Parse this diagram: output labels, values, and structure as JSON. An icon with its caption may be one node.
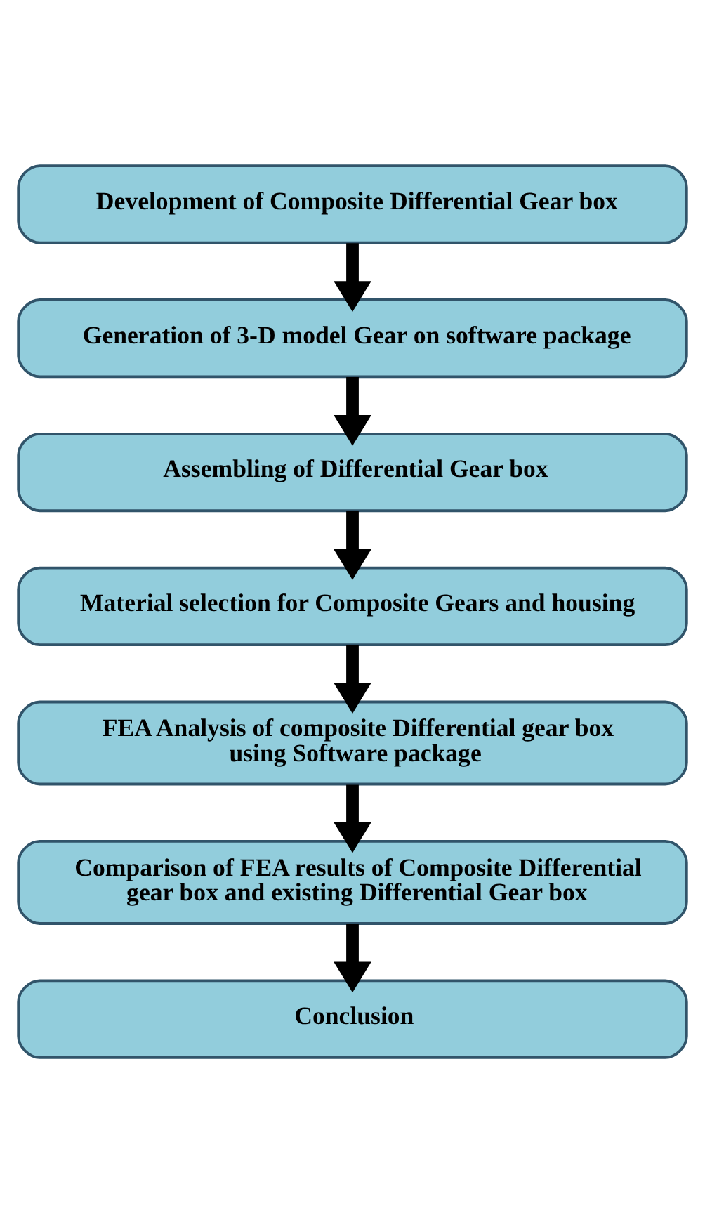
{
  "diagram": {
    "nodes": [
      {
        "text": [
          "Development of Composite Differential Gear box"
        ]
      },
      {
        "text": [
          "Generation of 3-D model Gear on software package"
        ]
      },
      {
        "text": [
          "Assembling of Differential Gear box"
        ]
      },
      {
        "text": [
          "Material selection for Composite Gears and housing"
        ]
      },
      {
        "text": [
          "FEA Analysis of composite Differential gear box using Software package"
        ]
      },
      {
        "text": [
          "Comparison of FEA results of Composite Differential gear box and existing Differential Gear box"
        ]
      },
      {
        "text": [
          "Conclusion"
        ]
      }
    ],
    "edges": [
      {
        "from": 0,
        "to": 1,
        "arrow": "to"
      },
      {
        "from": 1,
        "to": 2,
        "arrow": "to"
      },
      {
        "from": 2,
        "to": 3,
        "arrow": "to"
      },
      {
        "from": 3,
        "to": 4,
        "arrow": "to"
      },
      {
        "from": 4,
        "to": 5,
        "arrow": "to"
      },
      {
        "from": 5,
        "to": 6,
        "arrow": "to"
      }
    ]
  }
}
